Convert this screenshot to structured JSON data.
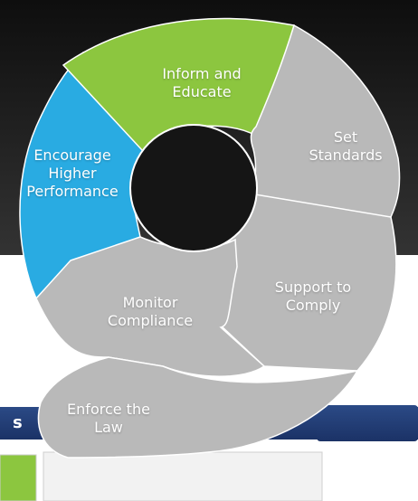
{
  "cycle": {
    "segments": [
      {
        "id": "inform",
        "label": "Inform and\nEducate",
        "color": "#8cc63f"
      },
      {
        "id": "standards",
        "label": "Set\nStandards",
        "color": "#b9b9b9"
      },
      {
        "id": "support",
        "label": "Support to\nComply",
        "color": "#b9b9b9"
      },
      {
        "id": "monitor",
        "label": "Monitor\nCompliance",
        "color": "#b9b9b9"
      },
      {
        "id": "enforce",
        "label": "Enforce the\nLaw",
        "color": "#b9b9b9"
      },
      {
        "id": "encourage",
        "label": "Encourage\nHigher\nPerformance",
        "color": "#29abe2"
      }
    ]
  },
  "background": {
    "header_bar_text": "s",
    "dark_color": "#1c1c1c",
    "navy_color": "#1f3b73"
  }
}
